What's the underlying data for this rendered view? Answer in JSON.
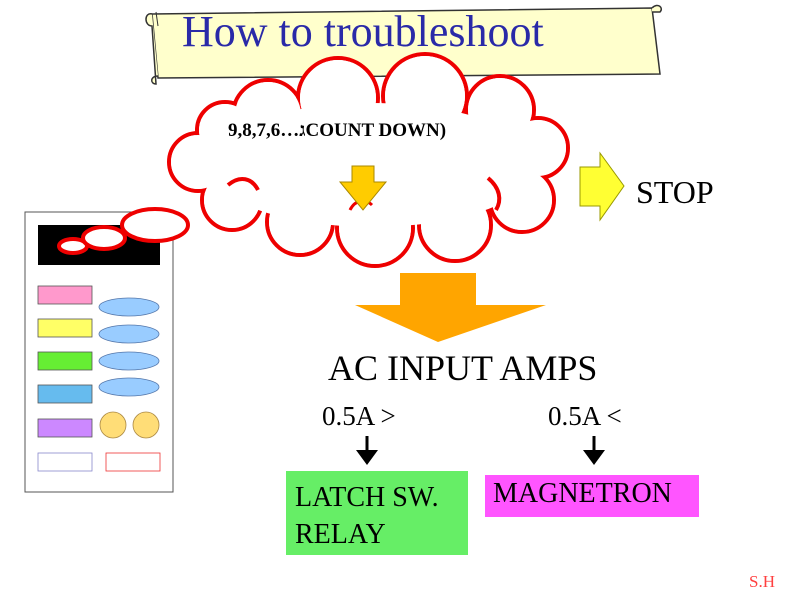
{
  "title": "How to troubleshoot",
  "cloud_text": "9,8,7,6…גCOUNT DOWN)",
  "stop_label": "STOP",
  "ac_label": "AC INPUT AMPS",
  "branch_left": "0.5A >",
  "branch_right": "0.5A <",
  "latch_box": {
    "line1": "LATCH SW.",
    "line2": "RELAY"
  },
  "magnetron_box": "MAGNETRON",
  "signature": "S.H",
  "colors": {
    "title_text": "#2a2aa8",
    "scroll_fill": "#ffffcc",
    "cloud_stroke": "#ee0000",
    "arrow_yellow": "#ffcc00",
    "arrow_stop": "#ffff33",
    "arrow_orange": "#ffa500",
    "latch_box": "#66ee66",
    "magnetron_box": "#ff55ff",
    "signature": "#ff4040"
  },
  "icons": [
    "scroll-banner",
    "thought-cloud",
    "down-arrow",
    "right-arrow",
    "remote-control"
  ]
}
